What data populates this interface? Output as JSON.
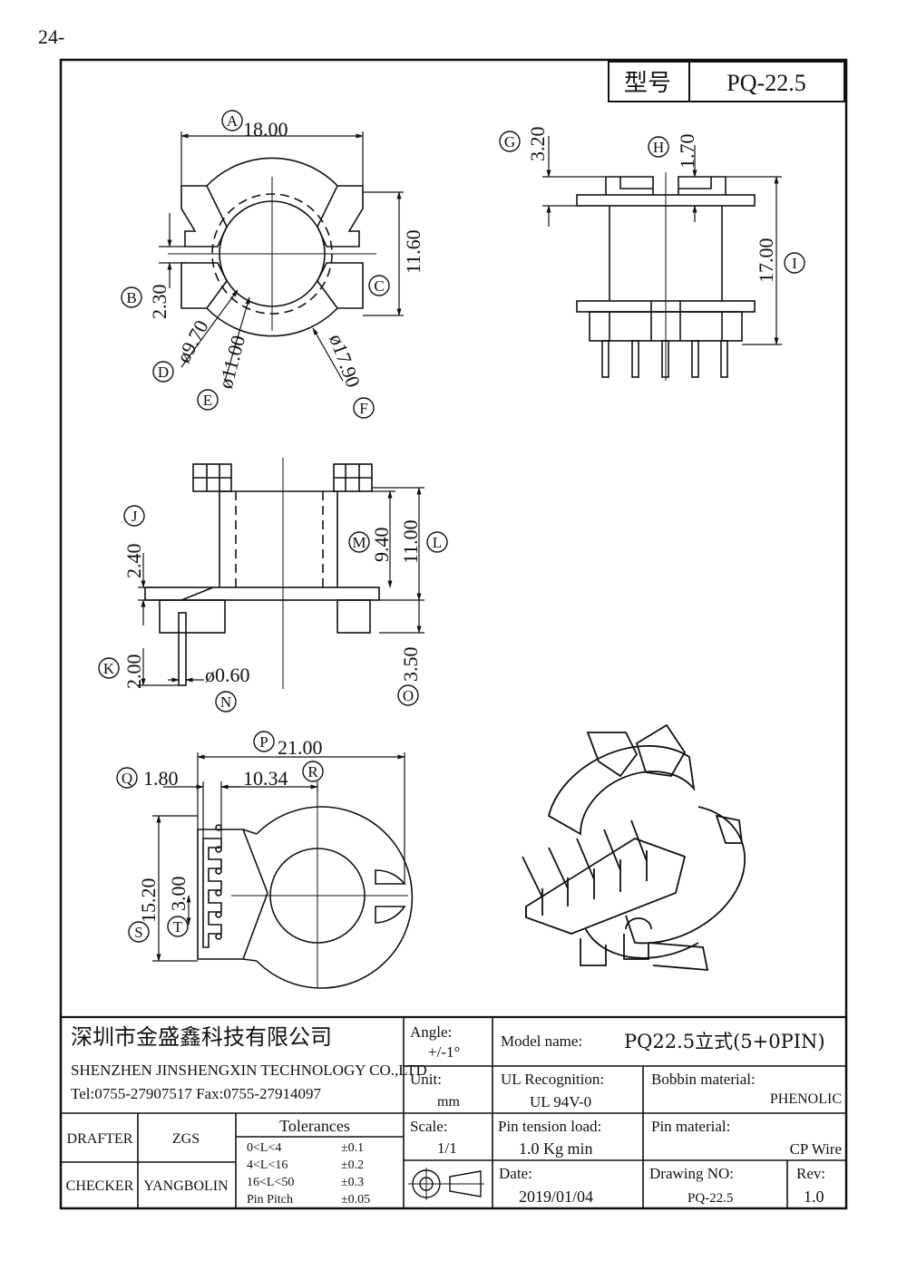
{
  "page_number": "24-",
  "model_box": {
    "label": "型号",
    "value": "PQ-22.5"
  },
  "dimensions": {
    "A": "18.00",
    "B": "2.30",
    "C": "11.60",
    "D": "ø9.70",
    "E": "ø11.00",
    "F": "ø17.90",
    "G": "3.20",
    "H": "1.70",
    "I": "17.00",
    "J": "2.40",
    "K": "2.00",
    "L": "11.00",
    "M": "9.40",
    "N": "ø0.60",
    "O": "3.50",
    "P": "21.00",
    "Q": "1.80",
    "R": "10.34",
    "S": "15.20",
    "T": "3.00"
  },
  "markers": [
    "A",
    "B",
    "C",
    "D",
    "E",
    "F",
    "G",
    "H",
    "I",
    "J",
    "K",
    "L",
    "M",
    "N",
    "O",
    "P",
    "Q",
    "R",
    "S",
    "T"
  ],
  "title_block": {
    "company_cn": "深圳市金盛鑫科技有限公司",
    "company_en": "SHENZHEN JINSHENGXIN TECHNOLOGY CO.,LTD",
    "contact": "Tel:0755-27907517   Fax:0755-27914097",
    "angle_label": "Angle:",
    "angle_value": "+/-1°",
    "unit_label": "Unit:",
    "unit_value": "mm",
    "scale_label": "Scale:",
    "scale_value": "1/1",
    "model_name_label": "Model name:",
    "model_name_value": "PQ22.5立式(5+0PIN)",
    "ul_label": "UL Recognition:",
    "ul_value": "UL 94V-0",
    "bobbin_label": "Bobbin material:",
    "bobbin_value": "PHENOLIC",
    "pin_tension_label": "Pin tension load:",
    "pin_tension_value": "1.0 Kg min",
    "pin_material_label": "Pin material:",
    "pin_material_value": "CP Wire",
    "drafter_label": "DRAFTER",
    "drafter_value": "ZGS",
    "checker_label": "CHECKER",
    "checker_value": "YANGBOLIN",
    "tolerances_label": "Tolerances",
    "tolerances": [
      {
        "range": "0<L<4",
        "value": "±0.1"
      },
      {
        "range": "4<L<16",
        "value": "±0.2"
      },
      {
        "range": "16<L<50",
        "value": "±0.3"
      },
      {
        "range": "Pin Pitch",
        "value": "±0.05"
      }
    ],
    "date_label": "Date:",
    "date_value": "2019/01/04",
    "drawing_no_label": "Drawing NO:",
    "drawing_no_value": "PQ-22.5",
    "rev_label": "Rev:",
    "rev_value": "1.0"
  }
}
